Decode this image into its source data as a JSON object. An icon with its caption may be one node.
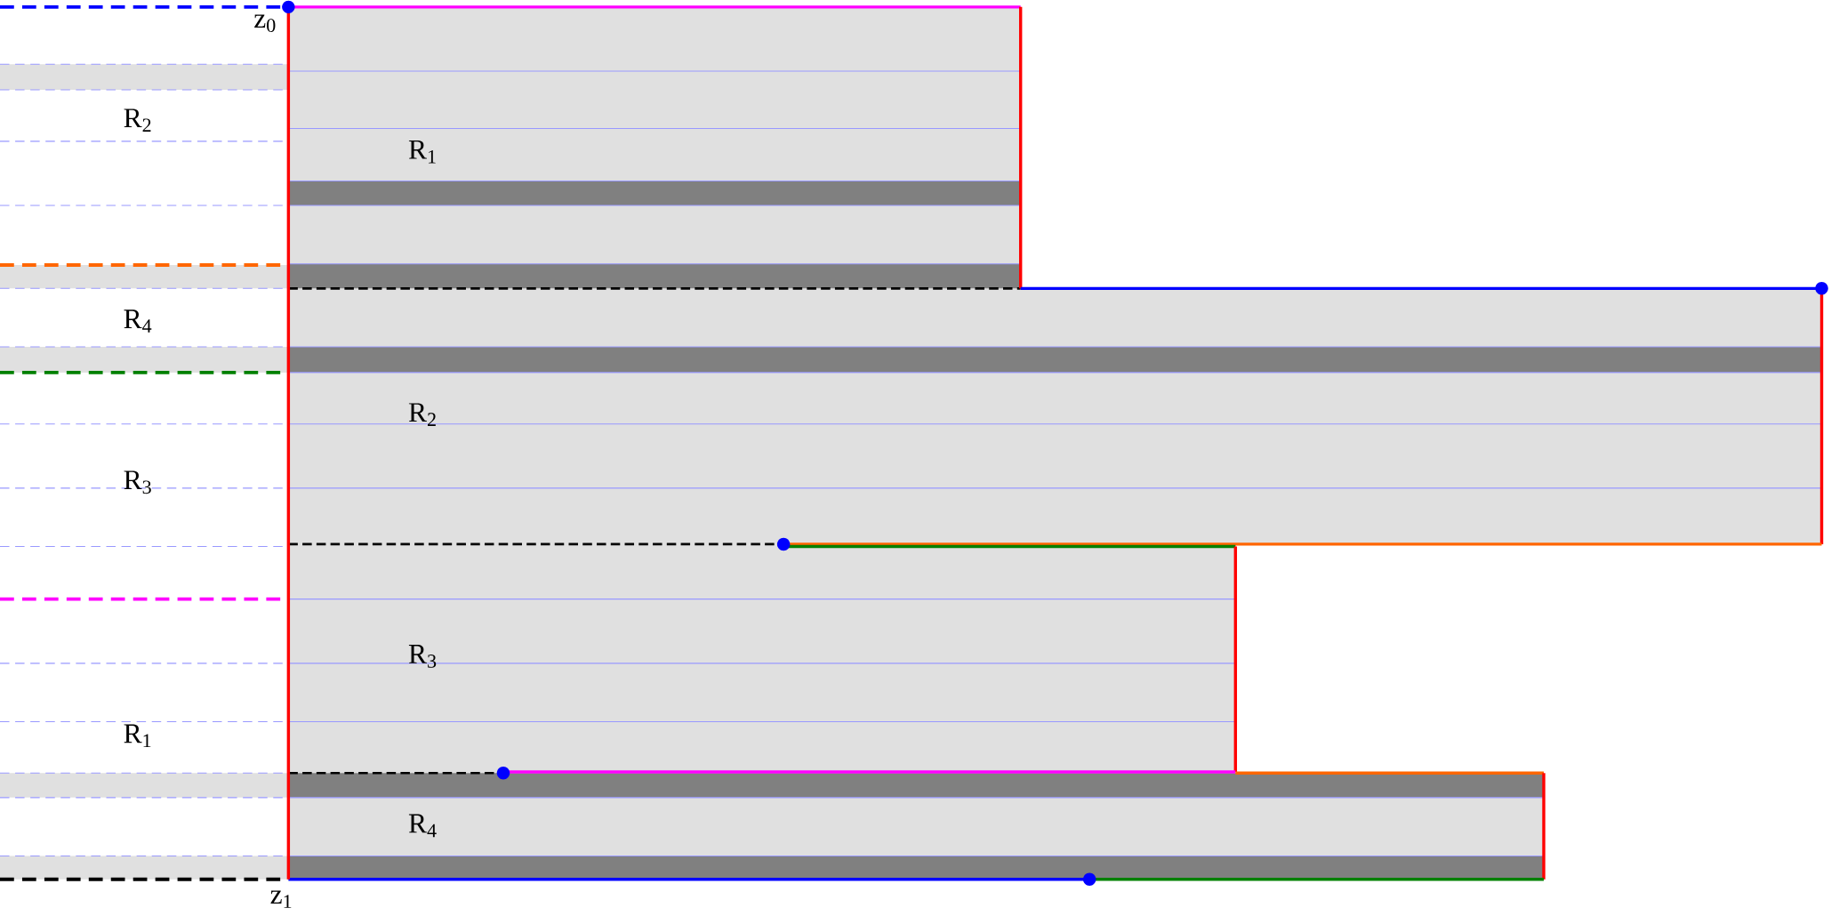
{
  "diagram": {
    "labels": [
      "z$_{0}$",
      "R$_{2}$",
      "R$_{1}$",
      "R$_{4}$",
      "R$_{2}$",
      "R$_{3}$",
      "R$_{3}$",
      "R$_{1}$",
      "R$_{4}$",
      "z$_{1}$"
    ]
  }
}
